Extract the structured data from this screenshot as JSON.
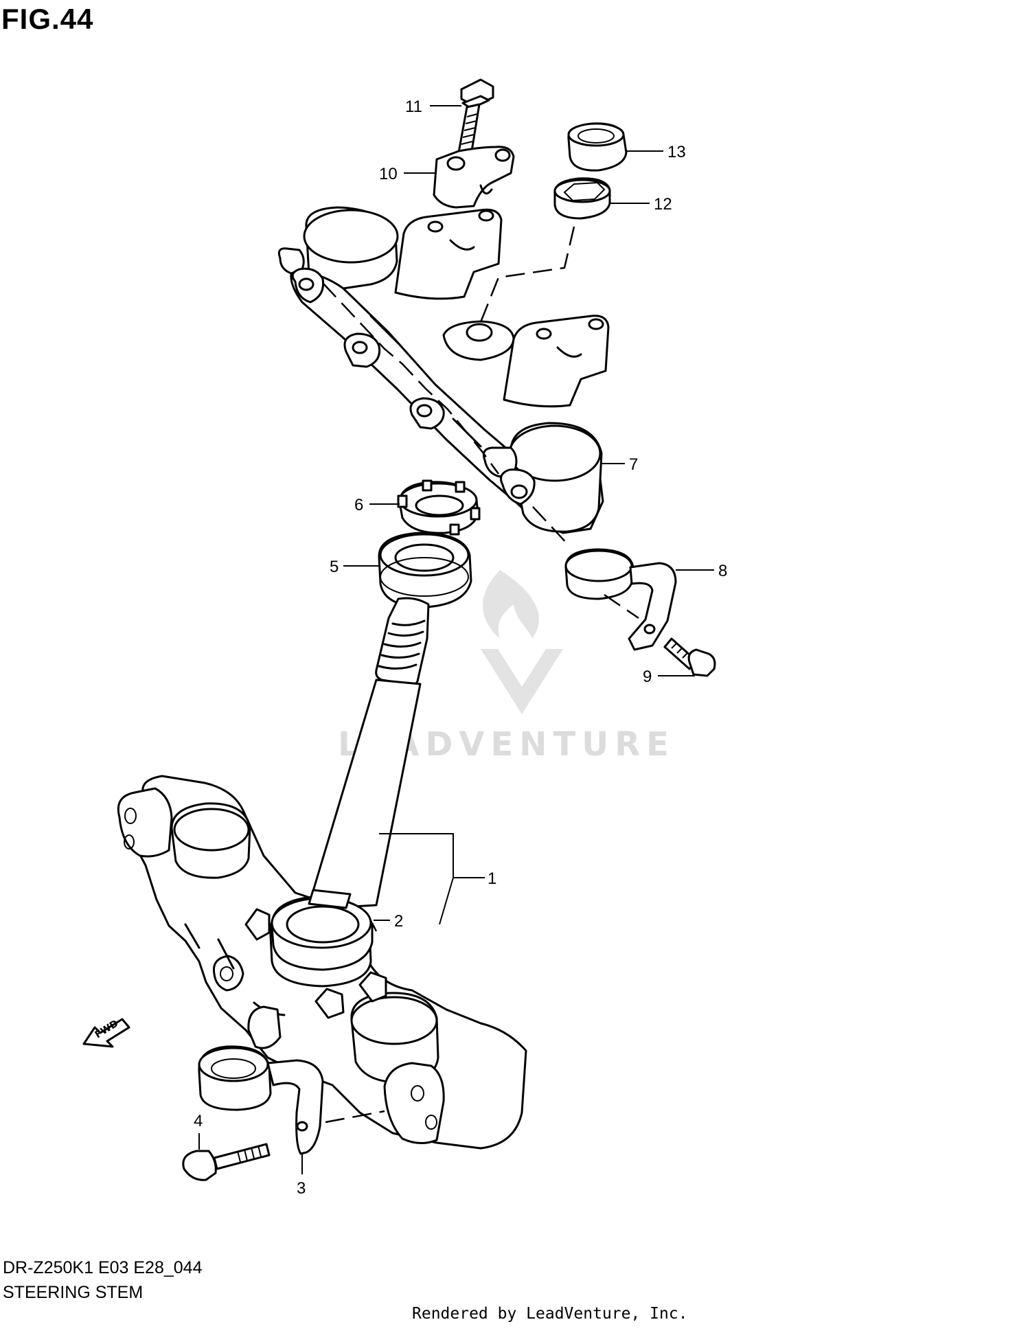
{
  "header": {
    "figure": "FIG.44"
  },
  "footer": {
    "model_code": "DR-Z250K1 E03 E28_044",
    "section": "STEERING STEM",
    "credit": "Rendered by LeadVenture, Inc."
  },
  "watermark": {
    "text": "LEADVENTURE"
  },
  "direction_marker": {
    "text": "FWD"
  },
  "callouts": [
    "1",
    "2",
    "3",
    "4",
    "5",
    "6",
    "7",
    "8",
    "9",
    "10",
    "11",
    "12",
    "13"
  ]
}
